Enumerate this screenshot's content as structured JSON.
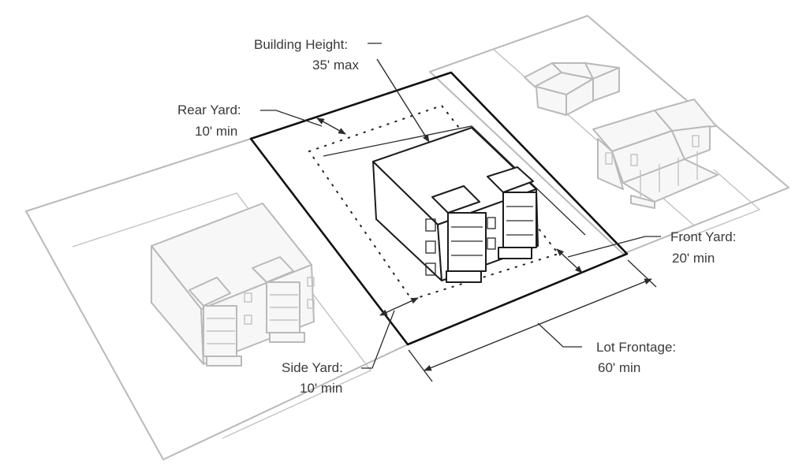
{
  "labels": {
    "building_height": [
      "Building Height:",
      "35' max"
    ],
    "rear_yard": [
      "Rear Yard:",
      "10' min"
    ],
    "front_yard": [
      "Front Yard:",
      "20' min"
    ],
    "side_yard": [
      "Side Yard:",
      "10' min"
    ],
    "lot_frontage": [
      "Lot Frontage:",
      "60' min"
    ]
  },
  "colors": {
    "ink": "#1c1c1c",
    "ghost": "#b9b9b9",
    "background": "#ffffff"
  }
}
